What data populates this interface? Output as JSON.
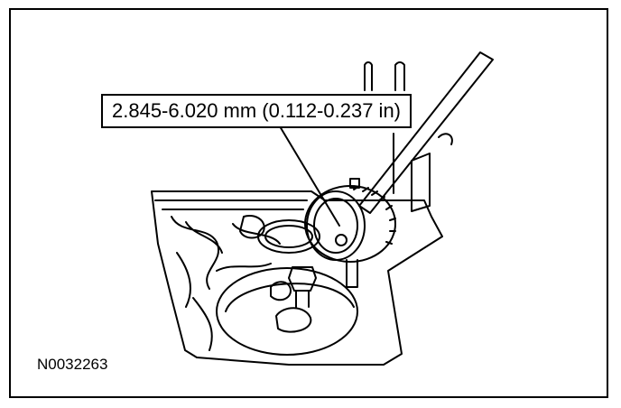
{
  "callout": {
    "measurement": "2.845-6.020 mm (0.112-0.237 in)"
  },
  "figure": {
    "id": "N0032263"
  },
  "colors": {
    "line": "#000000",
    "background": "#ffffff"
  },
  "illustration": {
    "subject": "dial-indicator-on-transmission-valve-body"
  }
}
